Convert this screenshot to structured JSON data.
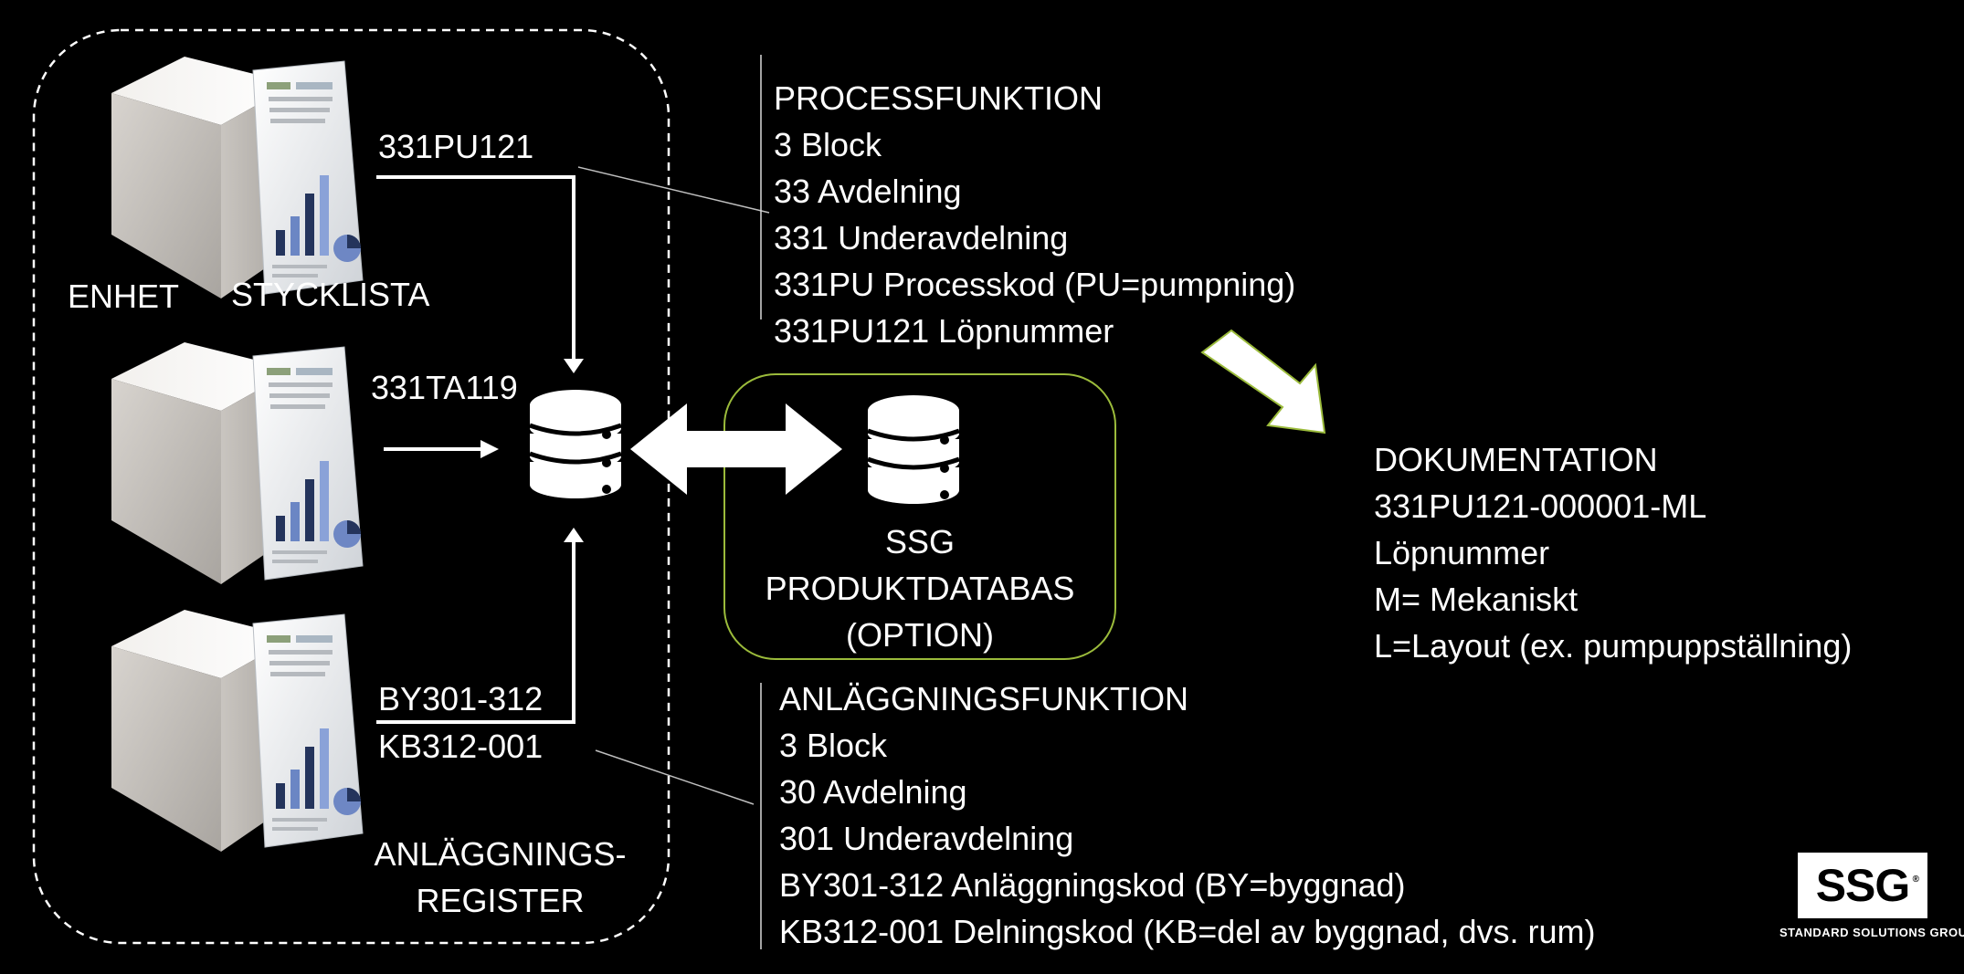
{
  "labels": {
    "enhet": "ENHET",
    "stycklista": "STYCKLISTA",
    "code1": "331PU121",
    "code2": "331TA119",
    "code3a": "BY301-312",
    "code3b": "KB312-001",
    "register_line1": "ANLÄGGNINGS-",
    "register_line2": "REGISTER"
  },
  "ssg_db": {
    "line1": "SSG",
    "line2": "PRODUKTDATABAS",
    "line3": "(OPTION)"
  },
  "process": {
    "lines": [
      "PROCESSFUNKTION",
      "3 Block",
      "33 Avdelning",
      "331 Underavdelning",
      "331PU Processkod (PU=pumpning)",
      "331PU121 Löpnummer"
    ]
  },
  "facility": {
    "lines": [
      "ANLÄGGNINGSFUNKTION",
      "3 Block",
      "30 Avdelning",
      "301 Underavdelning",
      "BY301-312 Anläggningskod (BY=byggnad)",
      "KB312-001 Delningskod (KB=del av byggnad, dvs. rum)"
    ]
  },
  "documentation": {
    "lines": [
      "DOKUMENTATION",
      "331PU121-000001-ML",
      "Löpnummer",
      "M= Mekaniskt",
      "L=Layout (ex. pumpuppställning)"
    ]
  },
  "logo": {
    "mark": "SSG",
    "registered": "®",
    "tagline": "STANDARD SOLUTIONS GROUP"
  },
  "colors": {
    "background": "#000000",
    "text": "#ffffff",
    "accent_green": "#9bbb3b"
  },
  "icons": [
    "database-icon",
    "cube-icon",
    "report-document-icon",
    "arrow-right-icon",
    "double-arrow-icon"
  ]
}
